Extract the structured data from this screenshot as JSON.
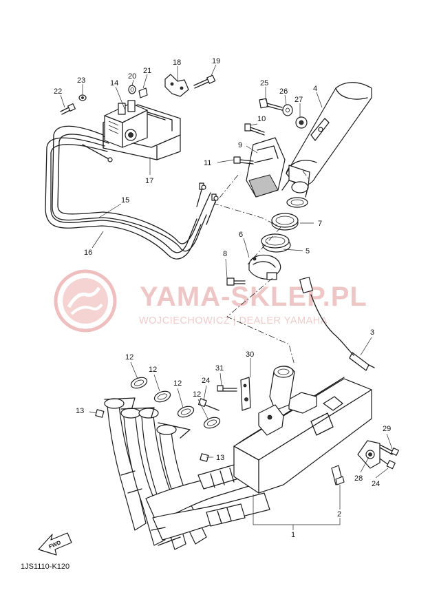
{
  "callouts": [
    {
      "id": "c22",
      "text": "22"
    },
    {
      "id": "c23",
      "text": "23"
    },
    {
      "id": "c14",
      "text": "14"
    },
    {
      "id": "c20",
      "text": "20"
    },
    {
      "id": "c21",
      "text": "21"
    },
    {
      "id": "c18",
      "text": "18"
    },
    {
      "id": "c19",
      "text": "19"
    },
    {
      "id": "c25",
      "text": "25"
    },
    {
      "id": "c26",
      "text": "26"
    },
    {
      "id": "c27",
      "text": "27"
    },
    {
      "id": "c4",
      "text": "4"
    },
    {
      "id": "c10",
      "text": "10"
    },
    {
      "id": "c9",
      "text": "9"
    },
    {
      "id": "c11",
      "text": "11"
    },
    {
      "id": "c17",
      "text": "17"
    },
    {
      "id": "c15",
      "text": "15"
    },
    {
      "id": "c16",
      "text": "16"
    },
    {
      "id": "c7",
      "text": "7"
    },
    {
      "id": "c6",
      "text": "6"
    },
    {
      "id": "c5",
      "text": "5"
    },
    {
      "id": "c8",
      "text": "8"
    },
    {
      "id": "c3",
      "text": "3"
    },
    {
      "id": "c12a",
      "text": "12"
    },
    {
      "id": "c12b",
      "text": "12"
    },
    {
      "id": "c12c",
      "text": "12"
    },
    {
      "id": "c12d",
      "text": "12"
    },
    {
      "id": "c13a",
      "text": "13"
    },
    {
      "id": "c13b",
      "text": "13"
    },
    {
      "id": "c31",
      "text": "31"
    },
    {
      "id": "c30",
      "text": "30"
    },
    {
      "id": "c24a",
      "text": "24"
    },
    {
      "id": "c29",
      "text": "29"
    },
    {
      "id": "c28",
      "text": "28"
    },
    {
      "id": "c24b",
      "text": "24"
    },
    {
      "id": "c2",
      "text": "2"
    },
    {
      "id": "c1",
      "text": "1"
    }
  ],
  "watermark": {
    "title": "YAMA-SKLEP.PL",
    "subtitle": "WOJCIECHOWICZ | DEALER YAMAHA",
    "color": "#e8b4b4"
  },
  "fwd_label": "FWD",
  "figure_code": "1JS1110-K120",
  "colors": {
    "line": "#1a1a1a",
    "background": "#ffffff"
  }
}
